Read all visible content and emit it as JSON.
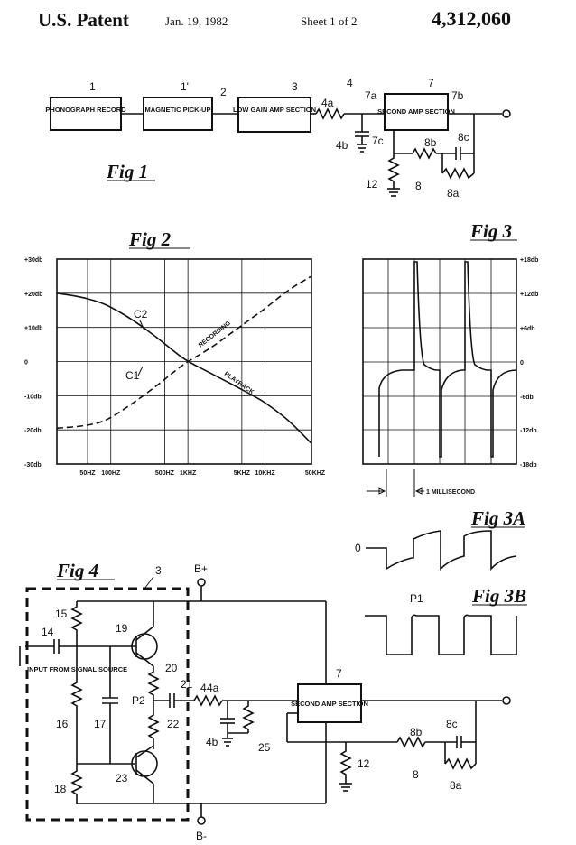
{
  "header": {
    "left": "U.S. Patent",
    "date": "Jan. 19, 1982",
    "sheet": "Sheet 1 of 2",
    "number": "4,312,060"
  },
  "fig1": {
    "title": "Fig 1",
    "blocks": [
      "PHONOGRAPH RECORD",
      "MAGNETIC PICK-UP",
      "LOW GAIN AMP SECTION",
      "SECOND AMP SECTION"
    ],
    "refs": [
      "1",
      "1'",
      "2",
      "3",
      "4",
      "4a",
      "4b",
      "7",
      "7a",
      "7b",
      "7c",
      "8",
      "8a",
      "8b",
      "8c",
      "12"
    ]
  },
  "fig2": {
    "title": "Fig 2",
    "curve_labels": [
      "C1",
      "C2",
      "RECORDING",
      "PLAYBACK"
    ]
  },
  "fig3": {
    "title": "Fig 3",
    "annotation": "1 MILLISECOND",
    "ticks": [
      "+18db",
      "+12db",
      "+6db",
      "0",
      "-6db",
      "-12db",
      "-18db"
    ]
  },
  "fig3a": {
    "title": "Fig 3A",
    "zero": "0"
  },
  "fig3b": {
    "title": "Fig 3B",
    "pulse": "P1"
  },
  "fig4": {
    "title": "Fig 4",
    "input": "INPUT FROM SIGNAL SOURCE",
    "supply": [
      "B+",
      "B-"
    ],
    "amp": "SECOND AMP SECTION",
    "refs": [
      "3",
      "4",
      "4a",
      "4b",
      "7",
      "8",
      "8a",
      "8b",
      "8c",
      "12",
      "14",
      "15",
      "16",
      "17",
      "18",
      "19",
      "20",
      "21",
      "22",
      "23",
      "25",
      "P2"
    ]
  },
  "chart_data": {
    "type": "line",
    "title": "Fig 2",
    "xlabel": "",
    "ylabel": "",
    "x_scale": "log",
    "x_tick_labels": [
      "50HZ",
      "100HZ",
      "500HZ",
      "1KHZ",
      "5KHZ",
      "10KHZ",
      "50KHZ"
    ],
    "y_tick_labels": [
      "+30db",
      "+20db",
      "+10db",
      "0",
      "-10db",
      "-20db",
      "-30db"
    ],
    "ylim": [
      -30,
      30
    ],
    "grid": true,
    "series": [
      {
        "name": "RECORDING",
        "x": [
          20,
          40,
          70,
          100,
          200,
          400,
          700,
          1000,
          2000,
          4000,
          7000,
          10000,
          20000,
          40000
        ],
        "y": [
          -19.5,
          -19,
          -18,
          -16.5,
          -12,
          -7,
          -2.5,
          0,
          4,
          9,
          13,
          15.5,
          21,
          25
        ]
      },
      {
        "name": "PLAYBACK",
        "x": [
          20,
          40,
          70,
          100,
          200,
          400,
          700,
          1000,
          2000,
          4000,
          7000,
          10000,
          20000,
          40000
        ],
        "y": [
          20,
          19,
          17.5,
          16,
          12,
          7,
          2.5,
          0,
          -3.5,
          -7,
          -10,
          -12,
          -17,
          -24
        ]
      }
    ]
  }
}
